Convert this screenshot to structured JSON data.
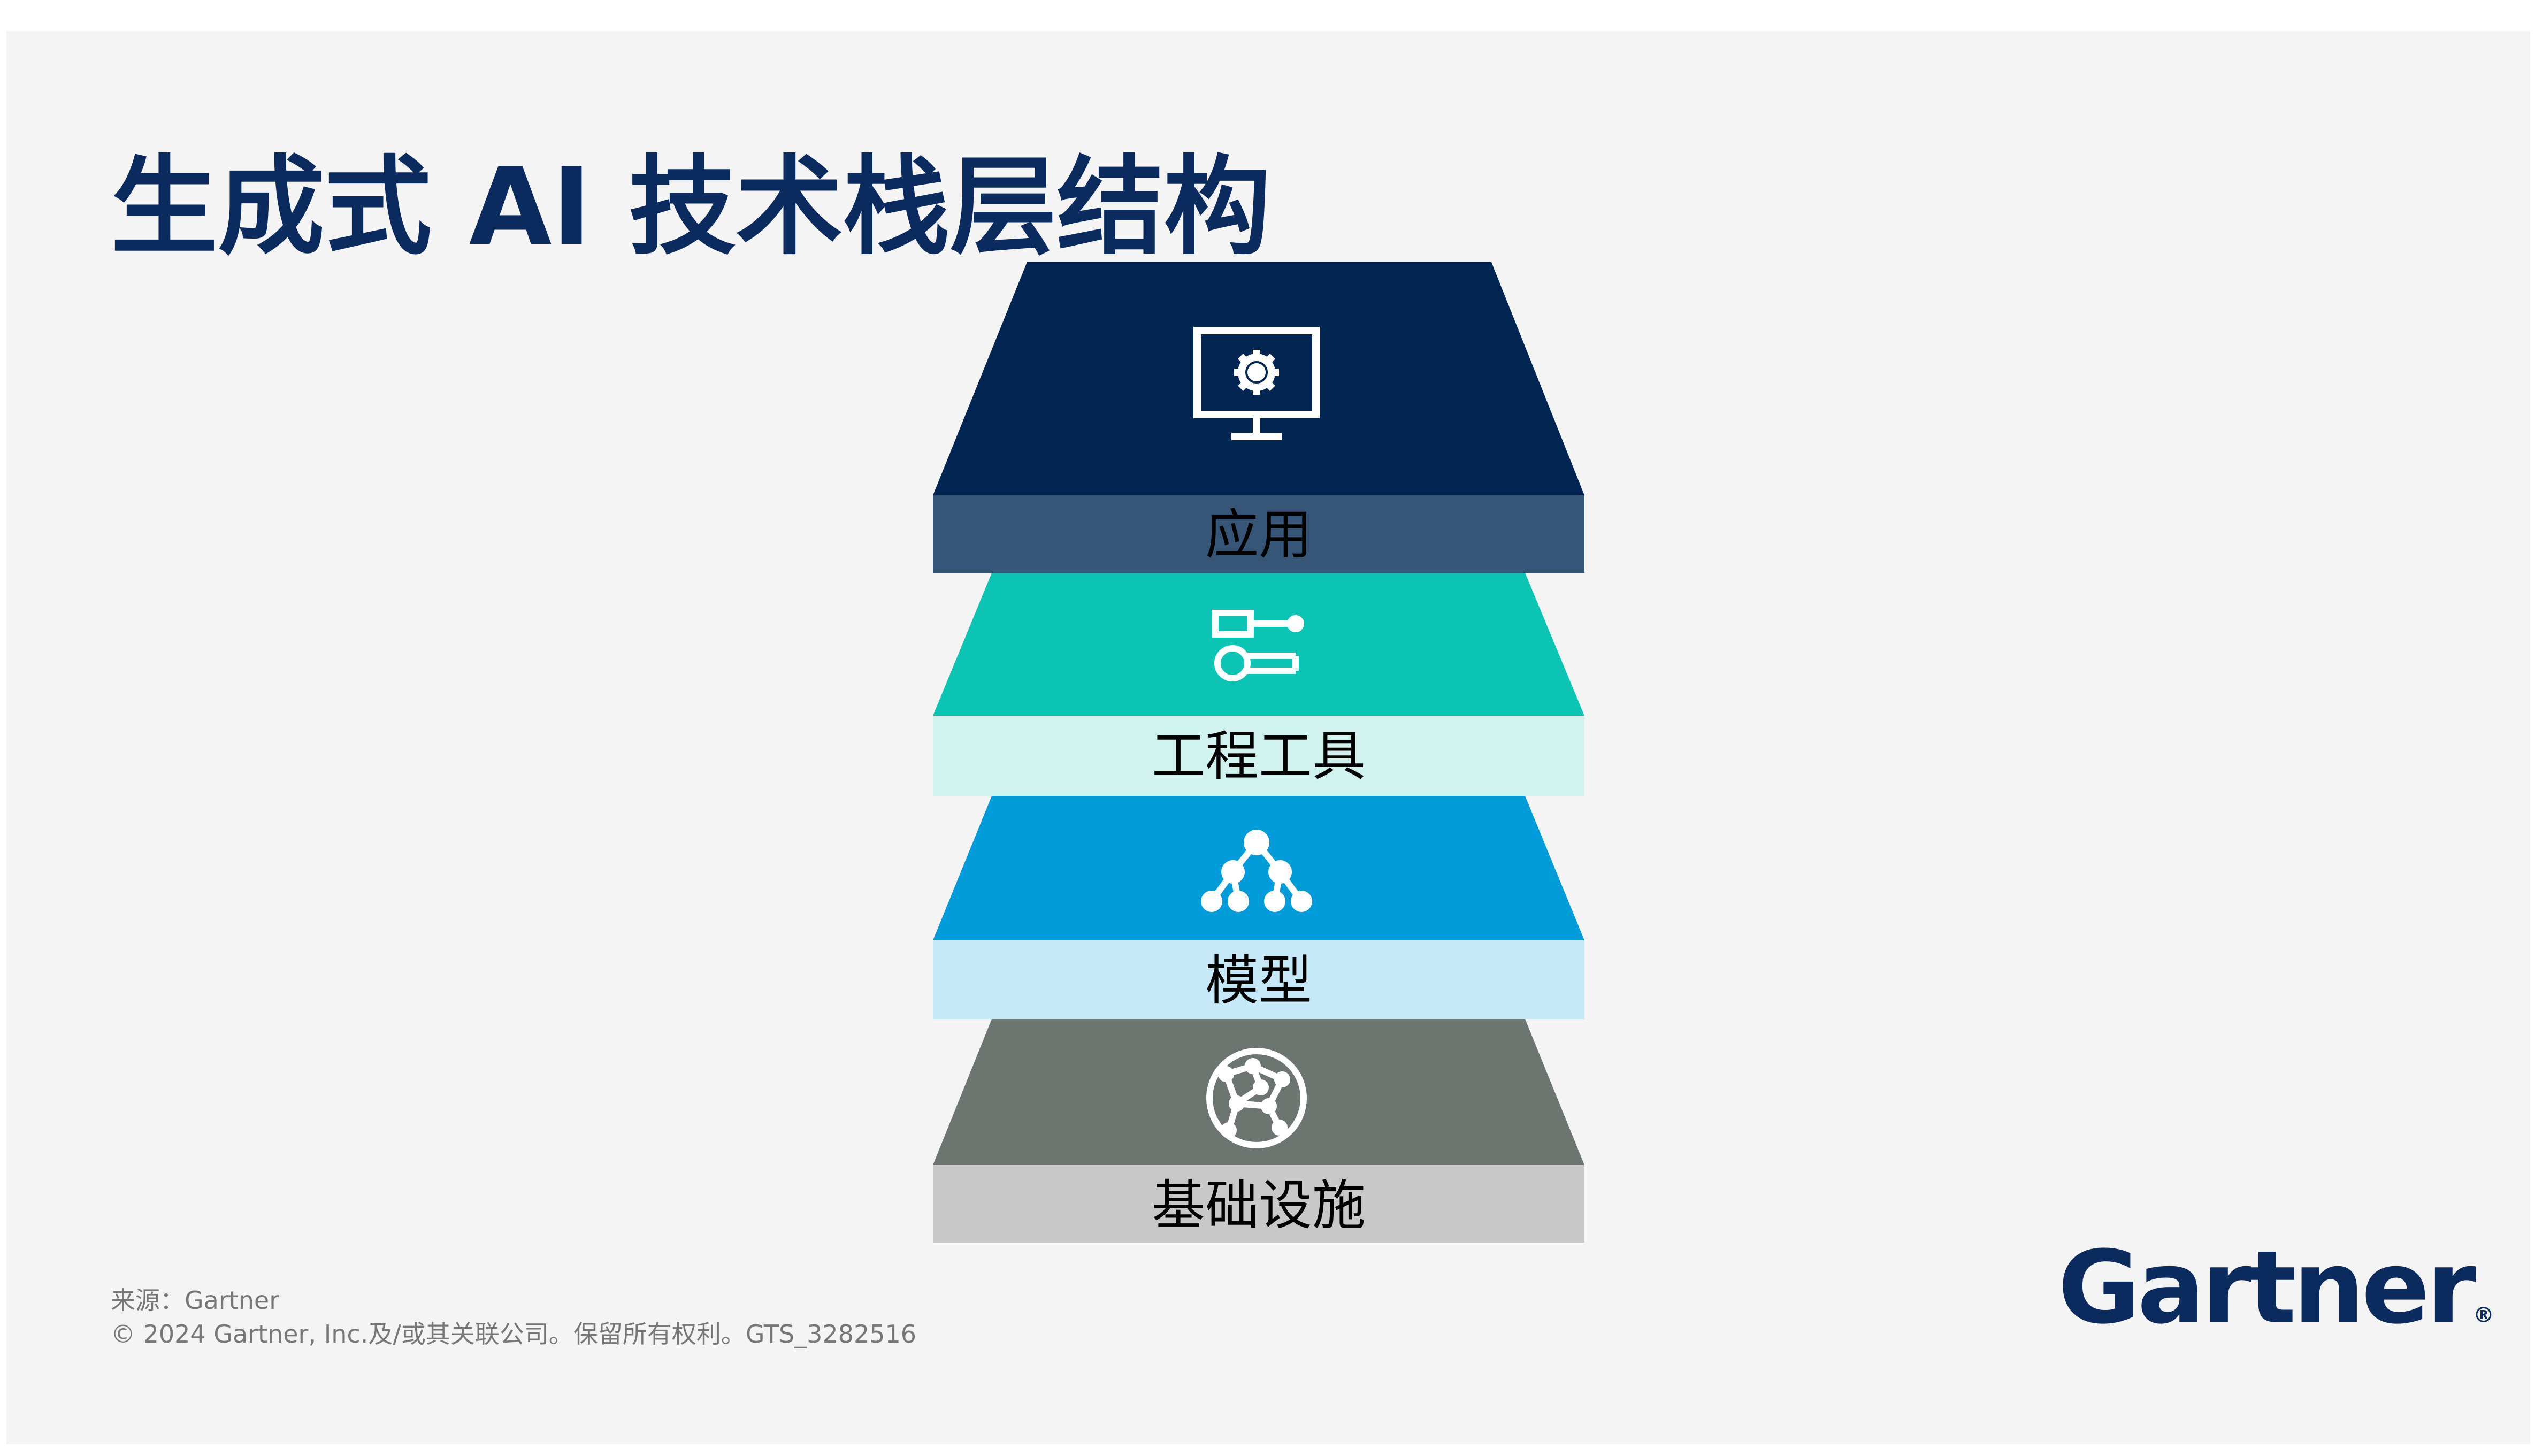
{
  "title": "生成式 AI 技术栈层结构",
  "layers": [
    {
      "label": "应用",
      "icon": "monitor-gear-icon",
      "top_color": "#032552",
      "band_color": "#365577",
      "label_color": "#ffffff"
    },
    {
      "label": "工程工具",
      "icon": "engineering-tools-icon",
      "top_color": "#0bc4b3",
      "band_color": "#d1f2ef",
      "label_color": "#000000"
    },
    {
      "label": "模型",
      "icon": "hierarchy-model-icon",
      "top_color": "#009bd9",
      "band_color": "#c6e8f7",
      "label_color": "#000000"
    },
    {
      "label": "基础设施",
      "icon": "network-globe-icon",
      "top_color": "#6d7571",
      "band_color": "#c8c8c8",
      "label_color": "#000000"
    }
  ],
  "footer": {
    "source": "来源：Gartner",
    "copyright": "© 2024 Gartner, Inc.及/或其关联公司。保留所有权利。GTS_3282516"
  },
  "logo": {
    "text": "Gartner",
    "mark": "®"
  }
}
